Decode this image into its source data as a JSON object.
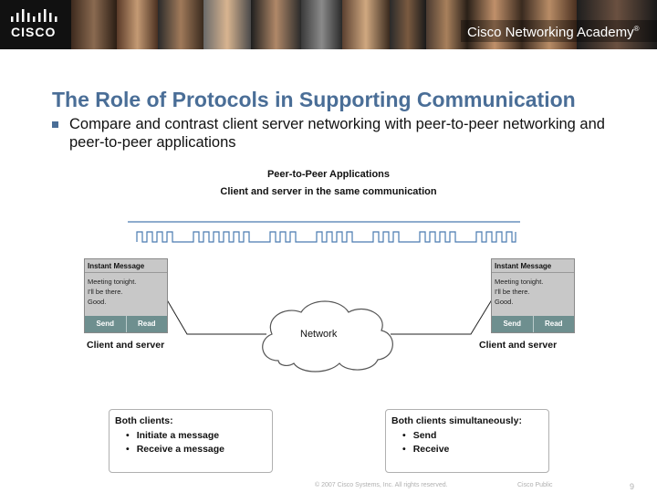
{
  "header": {
    "logo_text": "CISCO",
    "academy_text": "Cisco Networking Academy",
    "trademark": "®"
  },
  "slide": {
    "title": "The Role of Protocols in Supporting Communication",
    "bullet": "Compare and contrast client server networking with peer-to-peer networking and peer-to-peer applications"
  },
  "diagram": {
    "title": "Peer-to-Peer Applications",
    "subtitle": "Client and server in the same communication",
    "left_host": {
      "window_title": "Instant Message",
      "message_lines": [
        "Meeting tonight.",
        "I'll be there.",
        "Good."
      ],
      "send_label": "Send",
      "read_label": "Read",
      "caption": "Client and server"
    },
    "right_host": {
      "window_title": "Instant Message",
      "message_lines": [
        "Meeting tonight.",
        "I'll be there.",
        "Good."
      ],
      "send_label": "Send",
      "read_label": "Read",
      "caption": "Client and server"
    },
    "network_label": "Network",
    "left_box": {
      "title": "Both clients:",
      "items": [
        "Initiate a message",
        "Receive a message"
      ]
    },
    "right_box": {
      "title": "Both clients simultaneously:",
      "items": [
        "Send",
        "Receive"
      ]
    }
  },
  "footer": {
    "copyright": "© 2007 Cisco Systems, Inc. All rights reserved.",
    "classification": "Cisco Public",
    "page_number": "9"
  },
  "colors": {
    "title_blue": "#4a6e97",
    "signal_blue": "#4a7bb0",
    "button_teal": "#6e8f8f",
    "window_gray": "#c8c8c8"
  }
}
